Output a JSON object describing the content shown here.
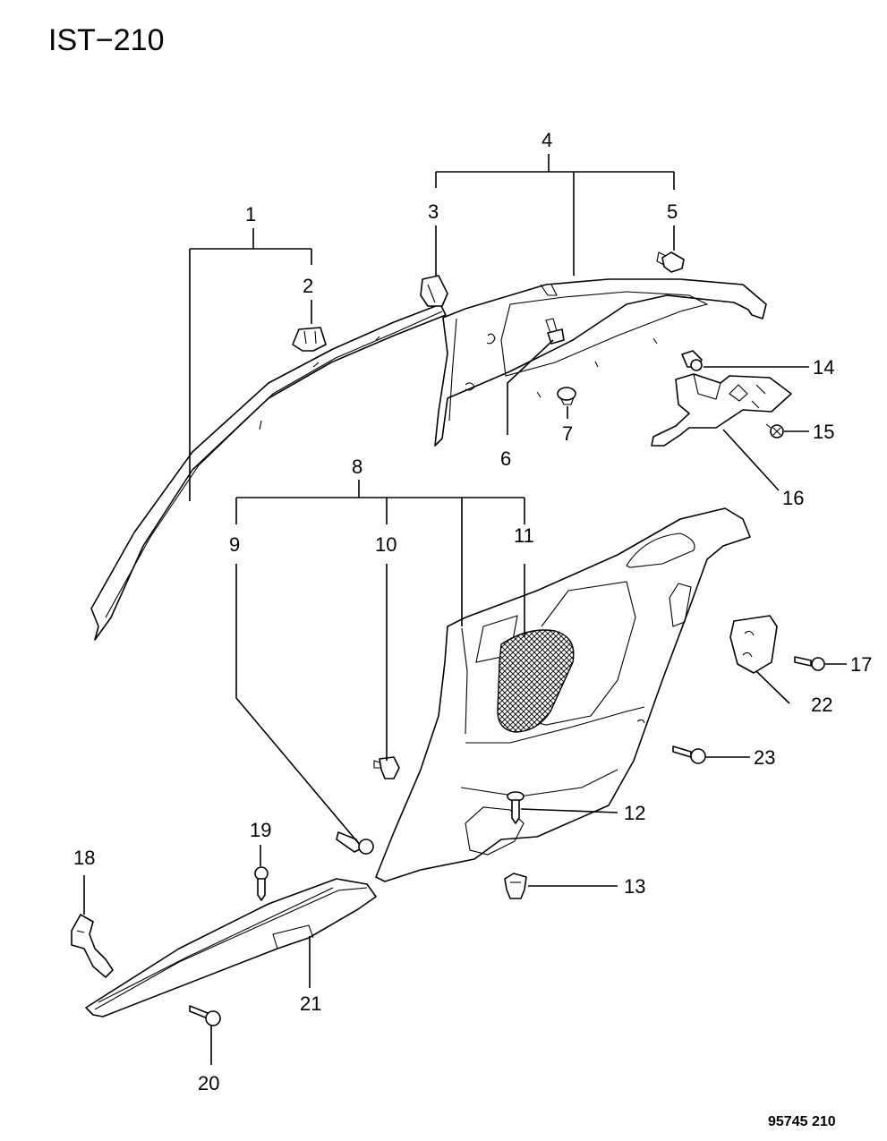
{
  "title": "IST−210",
  "drawing_number": "95745 210",
  "callouts": [
    "1",
    "2",
    "3",
    "4",
    "5",
    "6",
    "7",
    "8",
    "9",
    "10",
    "11",
    "12",
    "13",
    "14",
    "15",
    "16",
    "17",
    "18",
    "19",
    "20",
    "21",
    "22",
    "23"
  ]
}
